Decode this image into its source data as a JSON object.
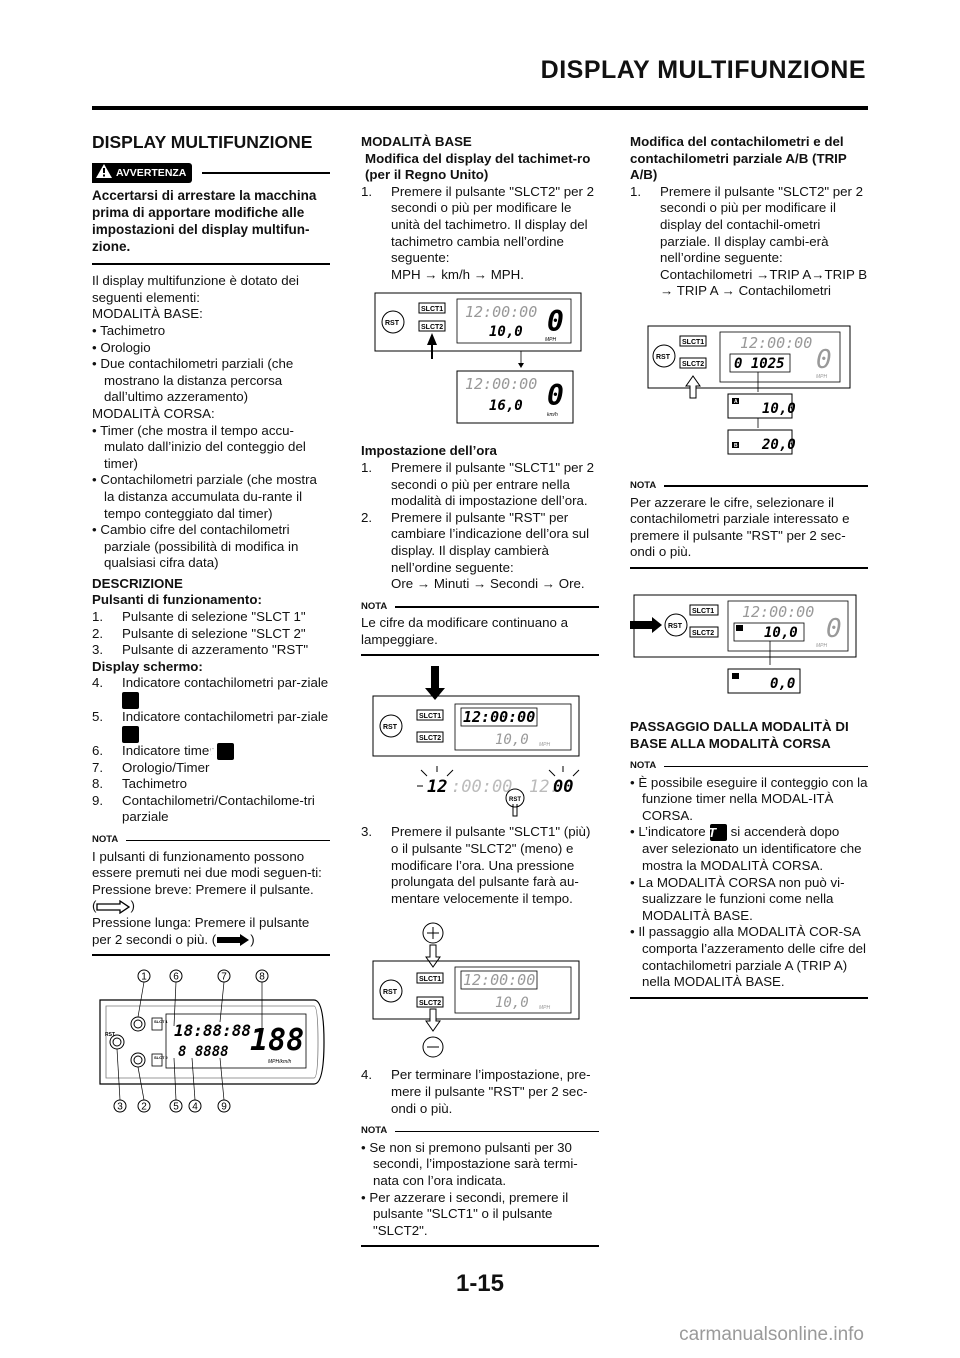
{
  "header": {
    "title": "DISPLAY MULTIFUNZIONE"
  },
  "page_number": "1-15",
  "watermark": "carmanualsonline.info",
  "col1": {
    "heading": "DISPLAY MULTIFUNZIONE",
    "warning_label": "AVVERTENZA",
    "warning_text": "Accertarsi di arrestare la macchina prima di apportare modifiche alle impostazioni del display multifun-zione.",
    "intro": "Il display multifunzione è dotato dei seguenti elementi:",
    "base_label": "MODALITÀ BASE:",
    "base_items": [
      "Tachimetro",
      "Orologio",
      "Due contachilometri parziali (che mostrano la distanza percorsa dall’ultimo azzeramento)"
    ],
    "corsa_label": "MODALITÀ CORSA:",
    "corsa_items": [
      "Timer (che mostra il tempo accu-mulato dall’inizio del conteggio del timer)",
      "Contachilometri parziale (che mostra la distanza accumulata du-rante il tempo conteggiato dal timer)",
      "Cambio cifre del contachilometri parziale (possibilità di modifica in qualsiasi cifra data)"
    ],
    "descr_heading": "DESCRIZIONE",
    "buttons_heading": "Pulsanti di funzionamento:",
    "buttons": [
      {
        "n": "1.",
        "t": "Pulsante di selezione \"SLCT 1\""
      },
      {
        "n": "2.",
        "t": "Pulsante di selezione \"SLCT 2\""
      },
      {
        "n": "3.",
        "t": "Pulsante di azzeramento \"RST\""
      }
    ],
    "display_heading": "Display schermo:",
    "display_items": [
      {
        "n": "4.",
        "t": "Indicatore contachilometri par-ziale",
        "icon": "A"
      },
      {
        "n": "5.",
        "t": "Indicatore contachilometri par-ziale",
        "icon": "B"
      },
      {
        "n": "6.",
        "t": "Indicatore timer",
        "icon": "T"
      },
      {
        "n": "7.",
        "t": "Orologio/Timer"
      },
      {
        "n": "8.",
        "t": "Tachimetro"
      },
      {
        "n": "9.",
        "t": "Contachilometri/Contachilome-tri parziale"
      }
    ],
    "nota_label": "NOTA",
    "nota_text1": "I pulsanti di funzionamento possono essere premuti nei due modi seguen-ti:",
    "nota_short": "Pressione breve: Premere il pulsante.",
    "nota_long": "Pressione lunga: Premere il pulsante per 2 secondi o più.",
    "fig_labels": {
      "top": [
        "1",
        "6",
        "7",
        "8"
      ],
      "bottom": [
        "3",
        "2",
        "5",
        "4",
        "9"
      ],
      "lcd_time": "18:88:88",
      "lcd_trip": "8 8888",
      "lcd_speed": "188",
      "unit": "MPH/km/h",
      "rst": "RST",
      "slct1": "SLCT 1",
      "slct2": "SLCT 2"
    }
  },
  "col2": {
    "base_heading": "MODALITÀ BASE",
    "tach_heading": "Modifica del display del tachimet-ro (per il Regno Unito)",
    "tach_step": {
      "n": "1.",
      "t": "Premere il pulsante \"SLCT2\" per 2 secondi o più per modificare le unità del tachimetro. Il display del tachimetro cambia nell’ordine seguente:"
    },
    "tach_seq": "MPH → km/h → MPH.",
    "fig1": {
      "rst": "RST",
      "slct1": "SLCT1",
      "slct2": "SLCT2",
      "time": "12:00:00",
      "val": "10,0",
      "spd": "0",
      "unit1": "MPH",
      "val2": "16,0",
      "unit2": "km/h"
    },
    "clock_heading": "Impostazione dell’ora",
    "clock_steps": [
      {
        "n": "1.",
        "t": "Premere il pulsante \"SLCT1\" per 2 secondi o più per entrare nella modalità di impostazione dell’ora."
      },
      {
        "n": "2.",
        "t": "Premere il pulsante \"RST\" per cambiare l’indicazione dell’ora sul display. Il display cambierà nell’ordine seguente:"
      }
    ],
    "clock_seq": "Ore → Minuti → Secondi → Ore.",
    "nota_label": "NOTA",
    "nota1": "Le cifre da modificare continuano a lampeggiare.",
    "fig2": {
      "time": "12:00:00",
      "val": "10,0",
      "unit": "MPH",
      "blink_h": "12",
      "blink_s": "00",
      "rst": "RST"
    },
    "step3": {
      "n": "3.",
      "t": "Premere il pulsante \"SLCT1\" (più) o il pulsante \"SLCT2\" (meno) e modificare l’ora. Una pressione prolungata del pulsante farà au-mentare velocemente il tempo."
    },
    "fig3": {
      "time": "12:00:00",
      "val": "10,0",
      "unit": "MPH"
    },
    "step4": {
      "n": "4.",
      "t": "Per terminare l’impostazione, pre-mere il pulsante \"RST\" per 2 sec-ondi o più."
    },
    "nota2_items": [
      "Se non si premono pulsanti per 30 secondi, l’impostazione sarà termi-nata con l’ora indicata.",
      "Per azzerare i secondi, premere il pulsante \"SLCT1\" o il pulsante \"SLCT2\"."
    ]
  },
  "col3": {
    "trip_heading": "Modifica del contachilometri e del contachilometri parziale A/B (TRIP A/B)",
    "trip_step": {
      "n": "1.",
      "t": "Premere il pulsante \"SLCT2\" per 2 secondi o più per modificare il display del contachil-ometri parziale. Il display cambi-erà nell’ordine seguente:"
    },
    "trip_seq": "Contachilometri →TRIP A→TRIP B → TRIP A → Contachilometri",
    "fig1": {
      "time": "12:00:00",
      "odo": "0 1025",
      "spd": "0",
      "unit": "MPH",
      "tripA": "10,0",
      "tripB": "20,0",
      "a": "A",
      "b": "B"
    },
    "nota_label": "NOTA",
    "nota1": "Per azzerare le cifre, selezionare il contachilometri parziale interessato e premere il pulsante \"RST\" per 2 sec-ondi o più.",
    "fig2": {
      "time": "12:00:00",
      "val": "10,0",
      "reset": "0,0",
      "unit": "MPH"
    },
    "mode_heading": "PASSAGGIO DALLA MODALITÀ DI BASE ALLA MODALITÀ CORSA",
    "nota2_items": [
      {
        "t": "È possibile eseguire il conteggio con la funzione timer nella MODAL-ITÀ CORSA."
      },
      {
        "t1": "L’indicatore",
        "icon": "T",
        "t2": "si accenderà dopo aver selezionato un identificatore che mostra la MODALITÀ CORSA."
      },
      {
        "t": "La MODALITÀ CORSA non può vi-sualizzare le funzioni come nella MODALITÀ BASE."
      },
      {
        "t": "Il passaggio alla MODALITÀ COR-SA comporta l’azzeramento delle cifre del contachilometri parziale A (TRIP A) nella MODALITÀ BASE."
      }
    ]
  }
}
